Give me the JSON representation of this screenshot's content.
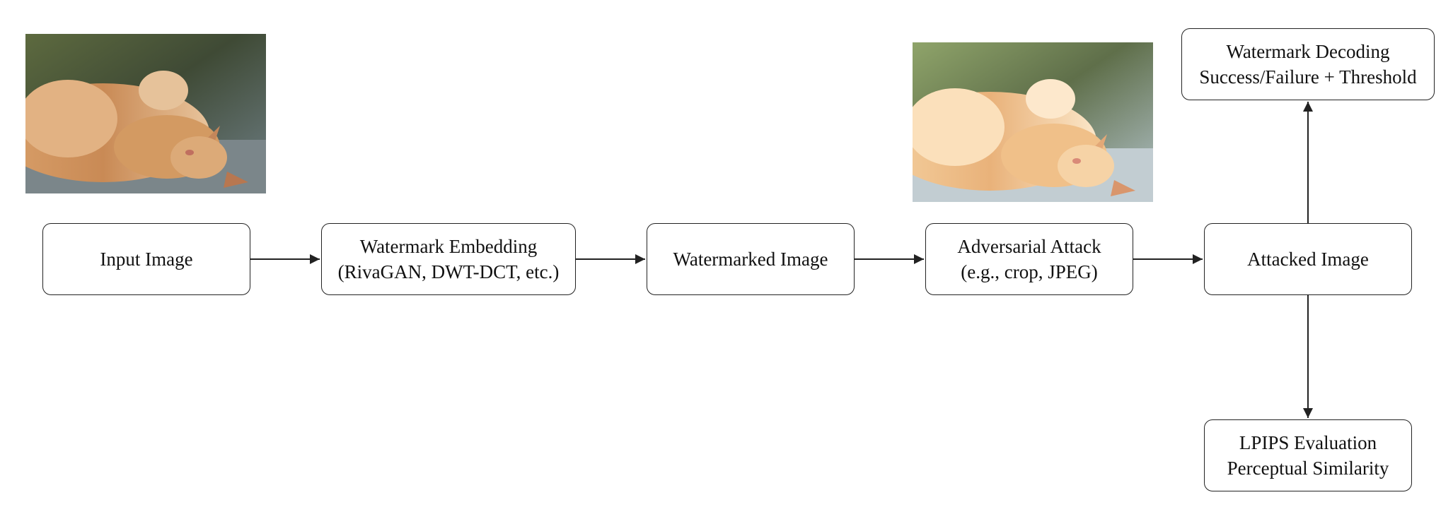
{
  "nodes": {
    "input": {
      "line1": "Input Image"
    },
    "embedding": {
      "line1": "Watermark Embedding",
      "line2": "(RivaGAN, DWT-DCT, etc.)"
    },
    "watermarked": {
      "line1": "Watermarked Image"
    },
    "attack": {
      "line1": "Adversarial Attack",
      "line2": "(e.g., crop, JPEG)"
    },
    "attacked": {
      "line1": "Attacked Image"
    },
    "decoding": {
      "line1": "Watermark Decoding",
      "line2": "Success/Failure + Threshold"
    },
    "lpips": {
      "line1": "LPIPS Evaluation",
      "line2": "Perceptual Similarity"
    }
  },
  "images": {
    "original": {
      "subject": "cat-photo"
    },
    "attacked": {
      "subject": "cat-photo-attacked"
    }
  },
  "colors": {
    "stroke": "#222222",
    "background": "#ffffff"
  }
}
